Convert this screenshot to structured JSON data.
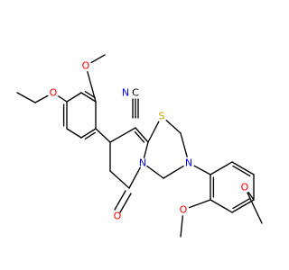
{
  "molecule": {
    "atoms": [
      {
        "id": "N_nitrile",
        "text": "N",
        "color": "#0000ff"
      },
      {
        "id": "C_nitrile",
        "text": "C",
        "color": "#000000"
      },
      {
        "id": "S1",
        "text": "S",
        "color": "#c8a000"
      },
      {
        "id": "N4",
        "text": "N",
        "color": "#0000ff"
      },
      {
        "id": "N3",
        "text": "N",
        "color": "#0000ff"
      },
      {
        "id": "O_keto",
        "text": "O",
        "color": "#ff0000"
      },
      {
        "id": "O_methoxy_a",
        "text": "O",
        "color": "#ff0000"
      },
      {
        "id": "O_ethoxy",
        "text": "O",
        "color": "#ff0000"
      },
      {
        "id": "O_methoxy_b",
        "text": "O",
        "color": "#ff0000"
      },
      {
        "id": "O_methoxy_c",
        "text": "O",
        "color": "#ff0000"
      }
    ]
  }
}
